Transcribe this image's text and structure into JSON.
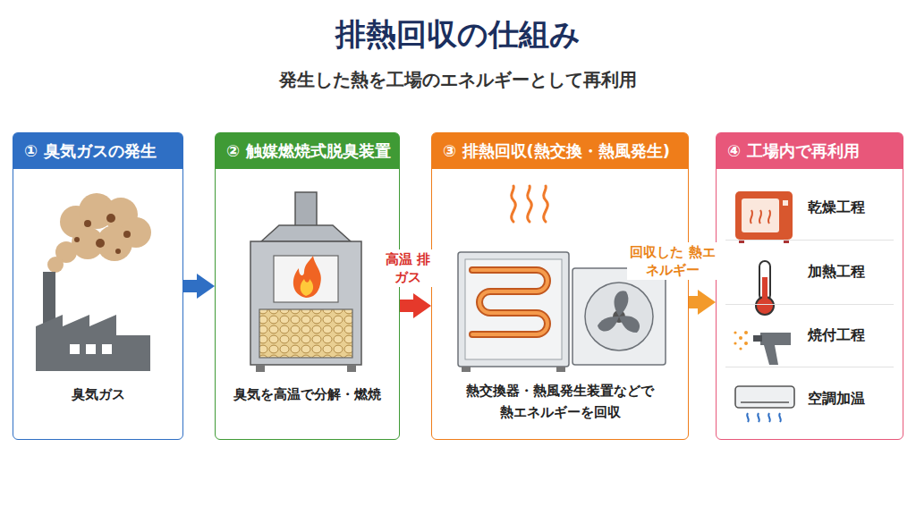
{
  "diagram": {
    "title": "排熱回収の仕組み",
    "caption": "発生した熱を工場のエネルギーとして再利用",
    "nodes": [
      {
        "text": [
          "① 臭気ガスの発生",
          "臭気ガス"
        ]
      },
      {
        "text": [
          "② 触媒燃焼式脱臭装置",
          "臭気を高温で分解・燃焼"
        ]
      },
      {
        "text": [
          "③ 排熱回収(熱交換・熱風発生)",
          "熱交換器・熱風発生装置などで 熱エネルギーを回収"
        ]
      },
      {
        "text": [
          "④ 工場内で再利用"
        ]
      },
      {
        "text": [
          "乾燥工程"
        ],
        "in": 3
      },
      {
        "text": [
          "加熱工程"
        ],
        "in": 3
      },
      {
        "text": [
          "焼付工程"
        ],
        "in": 3
      },
      {
        "text": [
          "空調加温"
        ],
        "in": 3
      }
    ],
    "edges": [
      {
        "from": 0,
        "to": 1,
        "arrow": "to"
      },
      {
        "from": 1,
        "to": 2,
        "label": "高温 排ガス",
        "arrow": "to"
      },
      {
        "from": 2,
        "to": 3,
        "label": "回収した 熱エネルギー",
        "arrow": "to"
      }
    ]
  }
}
